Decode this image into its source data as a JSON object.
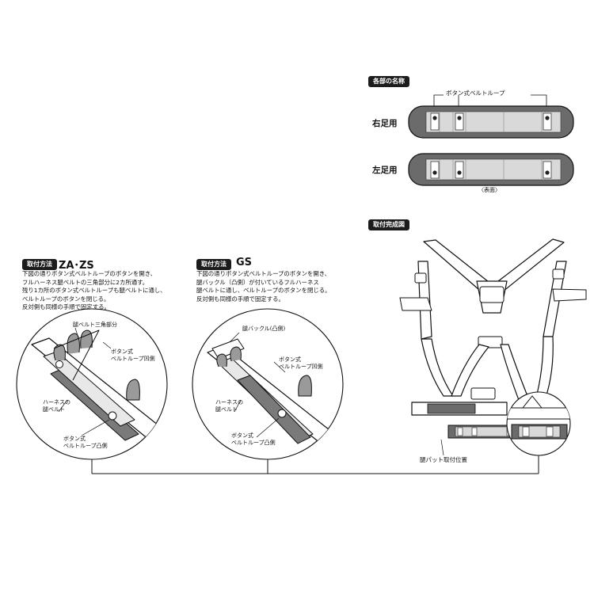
{
  "parts": {
    "heading": "各部の名称",
    "loop_label": "ボタン式ベルトループ",
    "right_label": "右足用",
    "left_label": "左足用",
    "note": "〈表面〉"
  },
  "zazs": {
    "badge": "取付方法",
    "model": "ZA･ZS",
    "text": "下図の通りボタン式ベルトループのボタンを開き、\nフルハーネス腿ベルトの三角部分に2カ所通す。\n残り1カ所のボタン式ベルトループも腿ベルトに通し、\nベルトループのボタンを閉じる。\n反対側も同様の手順で固定する。",
    "callout_triangle": "腿ベルト三角部分",
    "callout_loop_concave": "ボタン式\nベルトループ凹側",
    "callout_harness": "ハーネスの\n腿ベルト",
    "callout_loop_convex": "ボタン式\nベルトループ凸側"
  },
  "gs": {
    "badge": "取付方法",
    "model": "GS",
    "text": "下図の通りボタン式ベルトループのボタンを開き、\n腿バックル（凸側）が付いているフルハーネス\n腿ベルトに通し、ベルトループのボタンを閉じる。\n反対側も同様の手順で固定する。",
    "callout_buckle": "腿バックル(凸側)",
    "callout_loop_concave": "ボタン式\nベルトループ凹側",
    "callout_harness": "ハーネスの\n腿ベルト",
    "callout_loop_convex": "ボタン式\nベルトループ凸側"
  },
  "complete": {
    "heading": "取付完成図",
    "pad_position": "腿パット取付位置"
  },
  "colors": {
    "ink": "#111111",
    "pad_fill": "#6b6b6b",
    "pad_inner": "#d9d9d9",
    "badge_bg": "#1c1c1c"
  }
}
